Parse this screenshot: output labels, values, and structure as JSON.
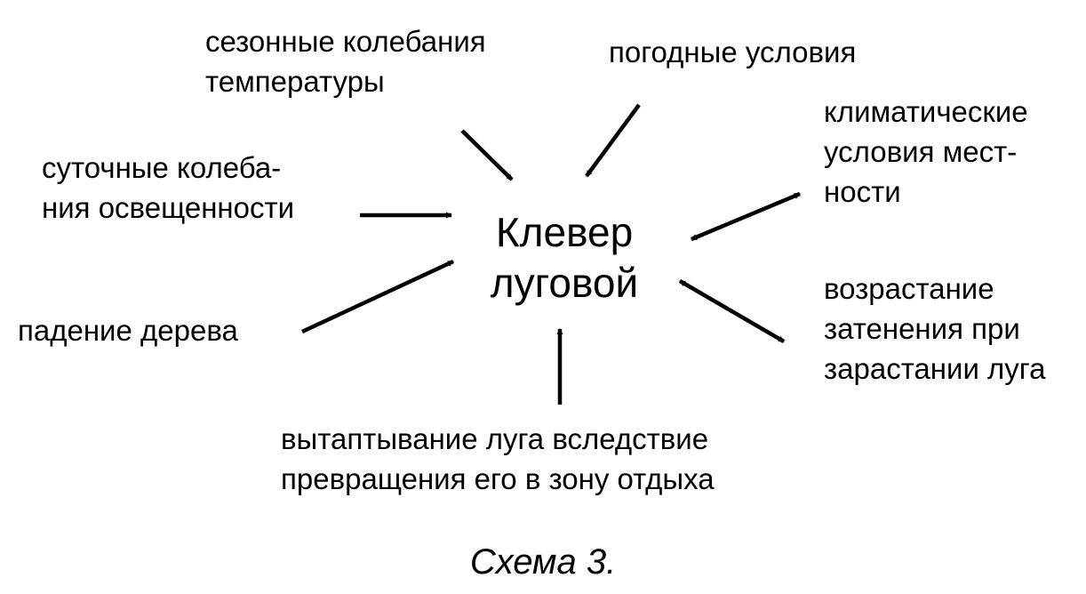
{
  "center": {
    "line1": "Клевер",
    "line2": "луговой"
  },
  "factors": {
    "seasonal_temperature": [
      "сезонные колебания",
      "температуры"
    ],
    "weather": [
      "погодные условия"
    ],
    "climate": [
      "климатические",
      "условия мест-",
      "ности"
    ],
    "daily_light": [
      "суточные колеба-",
      "ния освещенности"
    ],
    "tree_fall": [
      "падение дерева"
    ],
    "shading": [
      "возрастание",
      "затенения при",
      "зарастании луга"
    ],
    "trampling": [
      "вытаптывание луга вследствие",
      "превращения его в зону отдыха"
    ]
  },
  "caption": "Схема 3."
}
